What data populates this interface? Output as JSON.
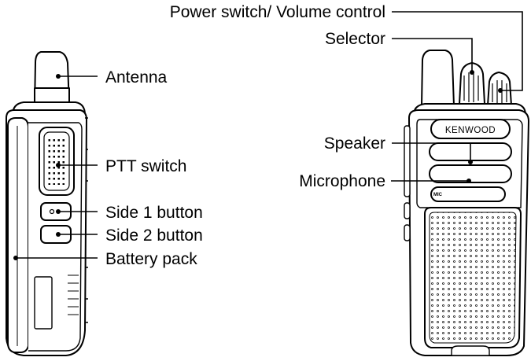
{
  "labels": {
    "antenna": "Antenna",
    "ptt_switch": "PTT switch",
    "side1_button": "Side 1 button",
    "side2_button": "Side 2 button",
    "battery_pack": "Battery pack",
    "power_volume": "Power switch/ Volume control",
    "selector": "Selector",
    "speaker": "Speaker",
    "microphone": "Microphone"
  },
  "device": {
    "brand": "KENWOOD",
    "mic_marking": "MIC"
  }
}
